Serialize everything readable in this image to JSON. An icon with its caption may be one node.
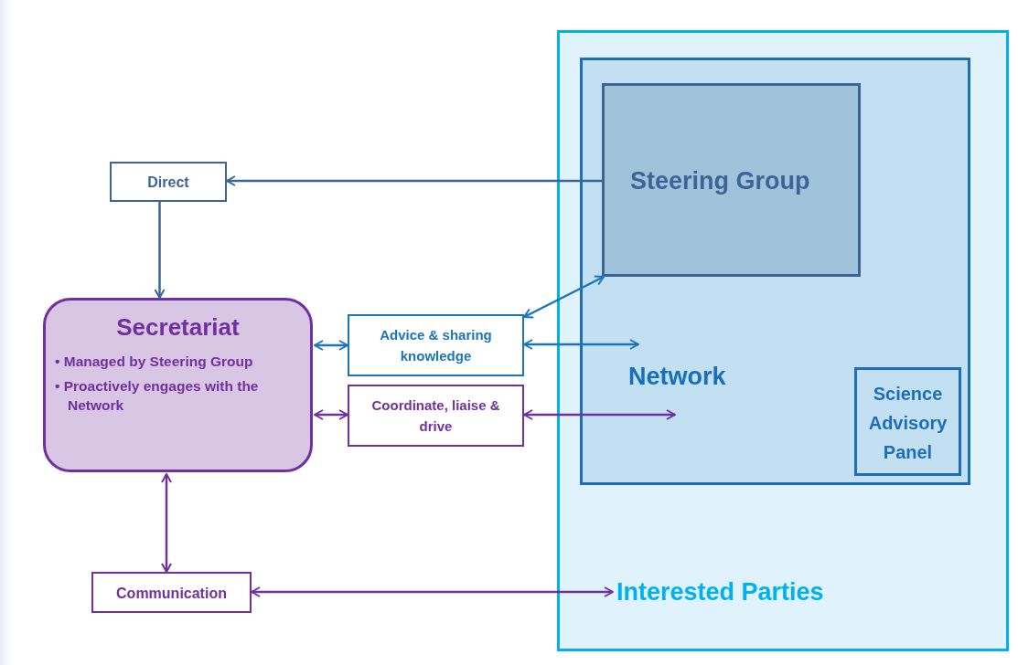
{
  "diagram": {
    "nodes": [
      {
        "text": [
          "Interested Parties"
        ]
      },
      {
        "text": [
          "Network"
        ],
        "in": 0
      },
      {
        "text": [
          "Steering Group"
        ],
        "in": 1
      },
      {
        "text": [
          "Science Advisory Panel"
        ],
        "in": 1
      },
      {
        "text": [
          "Direct"
        ]
      },
      {
        "text": [
          "Secretariat",
          "• Managed by Steering Group",
          "• Proactively engages with the Network"
        ]
      },
      {
        "text": [
          "Advice & sharing knowledge"
        ]
      },
      {
        "text": [
          "Coordinate, liaise & drive"
        ]
      },
      {
        "text": [
          "Communication"
        ]
      }
    ],
    "edges": [
      {
        "from": 2,
        "to": 4,
        "arrow": "to",
        "color": "#3d6496"
      },
      {
        "from": 4,
        "to": 5,
        "arrow": "to",
        "color": "#3d6496"
      },
      {
        "from": 5,
        "to": 6,
        "arrow": "both",
        "color": "#1a75bb"
      },
      {
        "from": 6,
        "to": 2,
        "arrow": "both",
        "color": "#1a75bb"
      },
      {
        "from": 6,
        "to": 1,
        "arrow": "both",
        "color": "#1a75bb"
      },
      {
        "from": 5,
        "to": 7,
        "arrow": "both"
      },
      {
        "from": 7,
        "to": 1,
        "arrow": "both"
      },
      {
        "from": 5,
        "to": 8,
        "arrow": "both"
      },
      {
        "from": 8,
        "to": 0,
        "arrow": "both"
      }
    ]
  }
}
